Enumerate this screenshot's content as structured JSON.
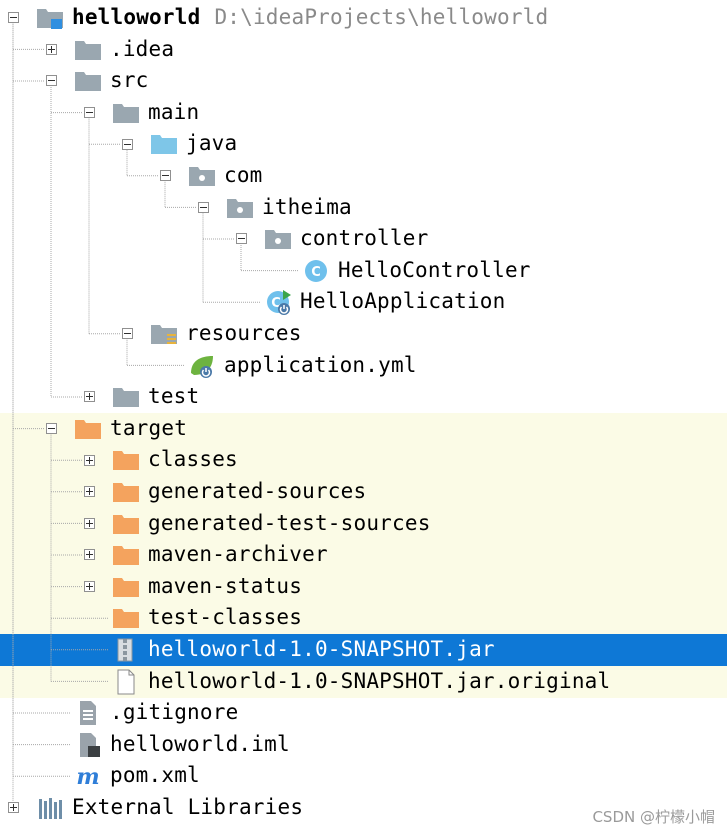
{
  "tree": [
    {
      "label": "helloworld",
      "path": "D:\\ideaProjects\\helloworld",
      "depth": 0,
      "toggle": "minus",
      "icon": "module-folder-icon",
      "bold": true
    },
    {
      "label": ".idea",
      "depth": 1,
      "toggle": "plus",
      "icon": "folder-icon"
    },
    {
      "label": "src",
      "depth": 1,
      "toggle": "minus",
      "icon": "folder-icon"
    },
    {
      "label": "main",
      "depth": 2,
      "toggle": "minus",
      "icon": "folder-icon"
    },
    {
      "label": "java",
      "depth": 3,
      "toggle": "minus",
      "icon": "source-folder-icon"
    },
    {
      "label": "com",
      "depth": 4,
      "toggle": "minus",
      "icon": "package-icon"
    },
    {
      "label": "itheima",
      "depth": 5,
      "toggle": "minus",
      "icon": "package-icon"
    },
    {
      "label": "controller",
      "depth": 6,
      "toggle": "minus",
      "icon": "package-icon"
    },
    {
      "label": "HelloController",
      "depth": 7,
      "toggle": "none",
      "icon": "java-class-icon"
    },
    {
      "label": "HelloApplication",
      "depth": 6,
      "toggle": "none",
      "icon": "spring-boot-class-icon"
    },
    {
      "label": "resources",
      "depth": 3,
      "toggle": "minus",
      "icon": "resources-folder-icon"
    },
    {
      "label": "application.yml",
      "depth": 4,
      "toggle": "none",
      "icon": "spring-config-icon"
    },
    {
      "label": "test",
      "depth": 2,
      "toggle": "plus",
      "icon": "folder-icon"
    },
    {
      "label": "target",
      "depth": 1,
      "toggle": "minus",
      "icon": "excluded-folder-icon",
      "highlight": true
    },
    {
      "label": "classes",
      "depth": 2,
      "toggle": "plus",
      "icon": "excluded-folder-icon",
      "highlight": true
    },
    {
      "label": "generated-sources",
      "depth": 2,
      "toggle": "plus",
      "icon": "excluded-folder-icon",
      "highlight": true
    },
    {
      "label": "generated-test-sources",
      "depth": 2,
      "toggle": "plus",
      "icon": "excluded-folder-icon",
      "highlight": true
    },
    {
      "label": "maven-archiver",
      "depth": 2,
      "toggle": "plus",
      "icon": "excluded-folder-icon",
      "highlight": true
    },
    {
      "label": "maven-status",
      "depth": 2,
      "toggle": "plus",
      "icon": "excluded-folder-icon",
      "highlight": true
    },
    {
      "label": "test-classes",
      "depth": 2,
      "toggle": "none",
      "icon": "excluded-folder-icon",
      "highlight": true
    },
    {
      "label": "helloworld-1.0-SNAPSHOT.jar",
      "depth": 2,
      "toggle": "none",
      "icon": "jar-icon",
      "selected": true
    },
    {
      "label": "helloworld-1.0-SNAPSHOT.jar.original",
      "depth": 2,
      "toggle": "none",
      "icon": "file-icon",
      "highlight": true
    },
    {
      "label": ".gitignore",
      "depth": 1,
      "toggle": "none",
      "icon": "text-file-icon"
    },
    {
      "label": "helloworld.iml",
      "depth": 1,
      "toggle": "none",
      "icon": "iml-file-icon"
    },
    {
      "label": "pom.xml",
      "depth": 1,
      "toggle": "none",
      "icon": "maven-icon"
    },
    {
      "label": "External Libraries",
      "depth": 0,
      "toggle": "plus",
      "icon": "libraries-icon"
    }
  ],
  "watermark": "CSDN @柠檬小帽",
  "colors": {
    "folder": "#9aa7b0",
    "source_folder": "#7ec6e8",
    "excluded_folder": "#f4a35e",
    "selection": "#0e78d6",
    "highlight": "#fbfbe6"
  }
}
